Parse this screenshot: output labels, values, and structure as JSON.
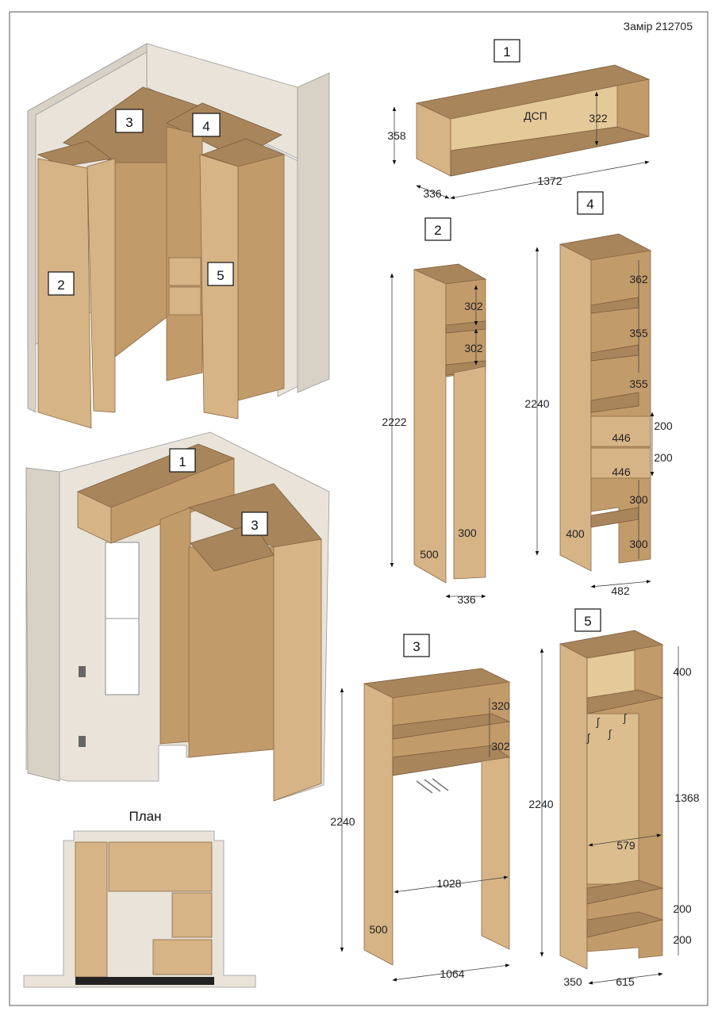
{
  "header": {
    "measure_id": "Замір 212705"
  },
  "iso_views": {
    "top_labels": [
      "3",
      "4",
      "2",
      "5"
    ],
    "bottom_labels": [
      "1",
      "3"
    ]
  },
  "plan": {
    "title": "План"
  },
  "modules": {
    "m1": {
      "badge": "1",
      "material": "ДСП",
      "height": "358",
      "inner_height": "322",
      "depth": "336",
      "width": "1372"
    },
    "m2": {
      "badge": "2",
      "height": "2222",
      "shelf1": "302",
      "shelf2": "302",
      "depth": "500",
      "gap": "300",
      "width": "336"
    },
    "m4": {
      "badge": "4",
      "height": "2240",
      "s1": "362",
      "s2": "355",
      "s3": "355",
      "d1": "200",
      "d2": "200",
      "drawer1_w": "446",
      "drawer2_w": "446",
      "s4": "300",
      "s5": "300",
      "depth": "400",
      "width": "482"
    },
    "m3": {
      "badge": "3",
      "height": "2240",
      "s1": "320",
      "s2": "302",
      "inner_width": "1028",
      "depth": "500",
      "width": "1064"
    },
    "m5": {
      "badge": "5",
      "height": "2240",
      "top": "400",
      "middle": "1368",
      "inner_width": "579",
      "b1": "200",
      "b2": "200",
      "depth": "350",
      "width": "615"
    }
  }
}
